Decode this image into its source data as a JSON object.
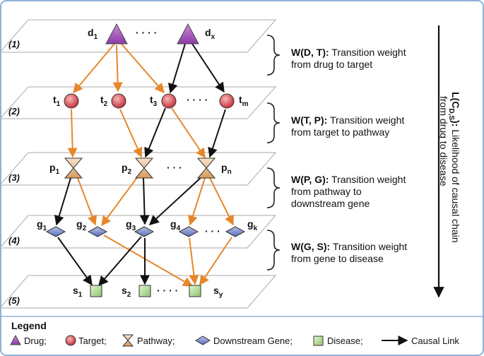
{
  "layers": [
    {
      "id": "1",
      "label": "(1)"
    },
    {
      "id": "2",
      "label": "(2)"
    },
    {
      "id": "3",
      "label": "(3)"
    },
    {
      "id": "4",
      "label": "(4)"
    },
    {
      "id": "5",
      "label": "(5)"
    }
  ],
  "nodes": {
    "drugs": [
      {
        "base": "d",
        "sub": "1"
      },
      {
        "base": "d",
        "sub": "x"
      }
    ],
    "targets": [
      {
        "base": "t",
        "sub": "1"
      },
      {
        "base": "t",
        "sub": "2"
      },
      {
        "base": "t",
        "sub": "3"
      },
      {
        "base": "t",
        "sub": "m"
      }
    ],
    "pathways": [
      {
        "base": "p",
        "sub": "1"
      },
      {
        "base": "p",
        "sub": "2"
      },
      {
        "base": "p",
        "sub": "n"
      }
    ],
    "genes": [
      {
        "base": "g",
        "sub": "1"
      },
      {
        "base": "g",
        "sub": "2"
      },
      {
        "base": "g",
        "sub": "3"
      },
      {
        "base": "g",
        "sub": "4"
      },
      {
        "base": "g",
        "sub": "k"
      }
    ],
    "diseases": [
      {
        "base": "s",
        "sub": "1"
      },
      {
        "base": "s",
        "sub": "2"
      },
      {
        "base": "s",
        "sub": "y"
      }
    ]
  },
  "ellipsis": "· · · ·",
  "ellipsis_short": "· · ·",
  "weights": [
    {
      "name": "W(D, T):",
      "desc": [
        " Transition weight",
        "from drug to target"
      ]
    },
    {
      "name": "W(T, P):",
      "desc": [
        " Transition weight",
        "from target to pathway"
      ]
    },
    {
      "name": "W(P, G):",
      "desc": [
        " Transition weight",
        "from pathway to",
        "downstream gene"
      ]
    },
    {
      "name": "W(G, S):",
      "desc": [
        " Transition weight",
        "from gene to disease"
      ]
    }
  ],
  "likelihood": {
    "bold": "L(C",
    "sub": "D,S",
    "bold_end": "):",
    "rest": " Likelihood of causal chain",
    "line2": "from drug to disease"
  },
  "legend": {
    "title": "Legend",
    "items": [
      "Drug;",
      "Target;",
      "Pathway;",
      "Downstream Gene;",
      "Disease;",
      "Causal Link"
    ]
  },
  "colors": {
    "drug": "#a64db8",
    "target": "#d9434f",
    "pathway": "#e8b98a",
    "gene": "#6f7fc2",
    "disease": "#a9d58a",
    "orange_link": "#e8862a",
    "black_link": "#111111",
    "frame": "#8fb1d6"
  }
}
